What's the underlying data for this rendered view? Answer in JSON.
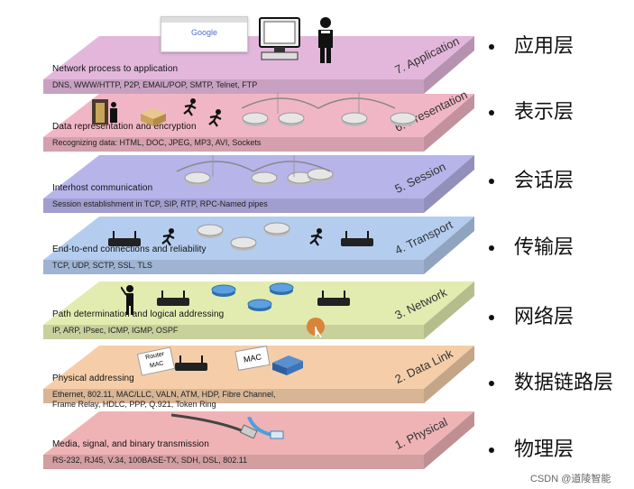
{
  "layers": [
    {
      "number": "7",
      "name": "7. Application",
      "desc": "Network process to application",
      "protocols": [
        "DNS, WWW/HTTP, P2P, EMAIL/POP, SMTP, Telnet, FTP"
      ],
      "cn": "应用层",
      "color": "#e3b7dc"
    },
    {
      "number": "6",
      "name": "6. Presentation",
      "desc": "Data representation and encryption",
      "protocols": [
        "Recognizing data: HTML, DOC, JPEG, MP3, AVI, Sockets"
      ],
      "cn": "表示层",
      "color": "#f1b6c6"
    },
    {
      "number": "5",
      "name": "5. Session",
      "desc": "Interhost communication",
      "protocols": [
        "Session establishment in TCP, SIP, RTP, RPC-Named pipes"
      ],
      "cn": "会话层",
      "color": "#b7b4ea"
    },
    {
      "number": "4",
      "name": "4. Transport",
      "desc": "End-to-end connections and reliability",
      "protocols": [
        "TCP, UDP, SCTP, SSL, TLS"
      ],
      "cn": "传输层",
      "color": "#b4cdef"
    },
    {
      "number": "3",
      "name": "3. Network",
      "desc": "Path determination and logical addressing",
      "protocols": [
        "IP, ARP, IPsec, ICMP, IGMP, OSPF"
      ],
      "cn": "网络层",
      "color": "#e3ecb0"
    },
    {
      "number": "2",
      "name": "2. Data Link",
      "desc": "Physical addressing",
      "protocols": [
        "Ethernet, 802.11, MAC/LLC, VALN, ATM, HDP, Fibre Channel,",
        "Frame Relay, HDLC, PPP, Q.921, Token Ring"
      ],
      "cn": "数据链路层",
      "color": "#f5cea9"
    },
    {
      "number": "1",
      "name": "1. Physical",
      "desc": "Media, signal, and binary transmission",
      "protocols": [
        "RS-232, RJ45, V.34, 100BASE-TX, SDH, DSL, 802.11"
      ],
      "cn": "物理层",
      "color": "#efb3b6"
    }
  ],
  "icons": {
    "browser_text": "Google",
    "router_mac_label": "Router\nMAC",
    "mac_label": "MAC"
  },
  "watermark": "CSDN @道陵智能"
}
